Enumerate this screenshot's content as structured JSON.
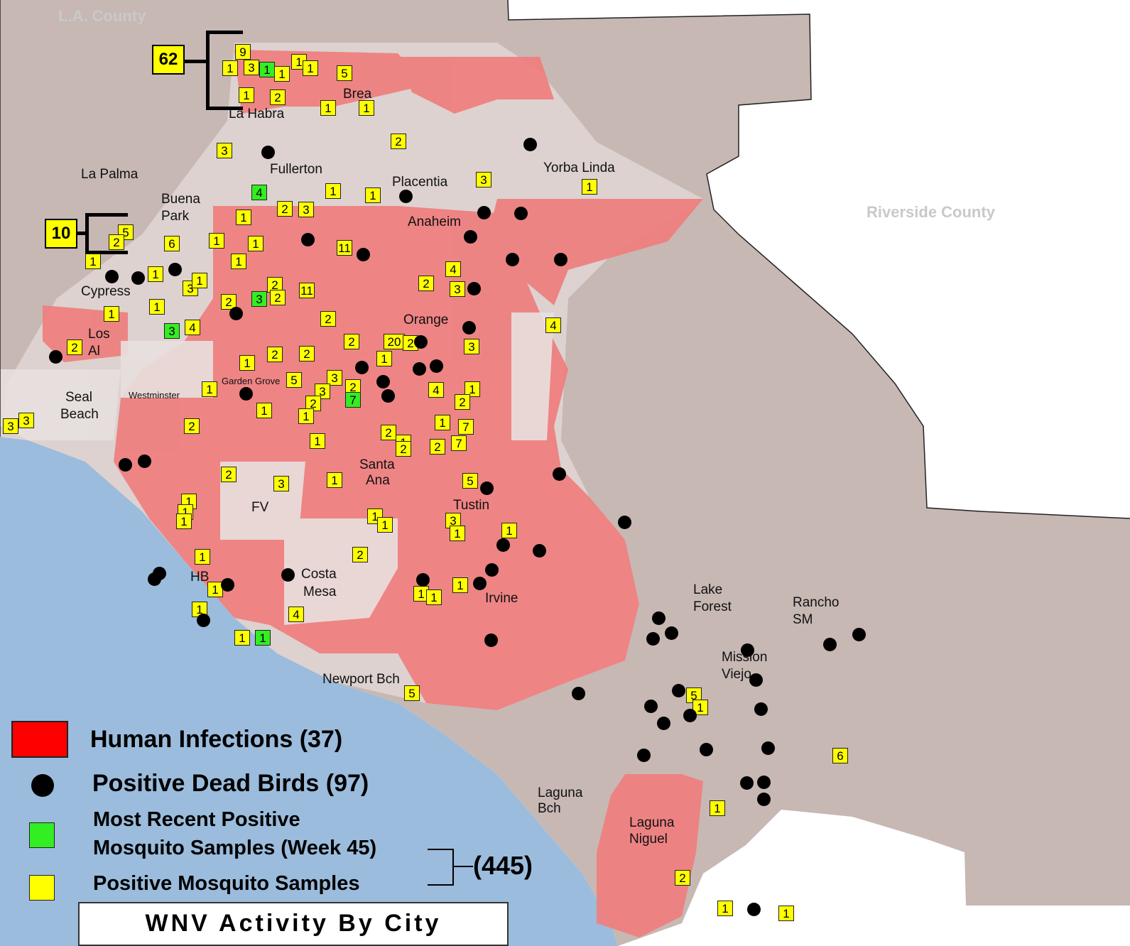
{
  "regions": {
    "la_county": "L.A. County",
    "riverside_county": "Riverside County"
  },
  "cities": [
    {
      "id": "la-habra",
      "label": "La Habra"
    },
    {
      "id": "brea",
      "label": "Brea"
    },
    {
      "id": "fullerton",
      "label": "Fullerton"
    },
    {
      "id": "yorba-linda",
      "label": "Yorba Linda"
    },
    {
      "id": "la-palma",
      "label": "La Palma"
    },
    {
      "id": "placentia",
      "label": "Placentia"
    },
    {
      "id": "buena",
      "label": "Buena"
    },
    {
      "id": "park",
      "label": "Park"
    },
    {
      "id": "anaheim",
      "label": "Anaheim"
    },
    {
      "id": "cypress",
      "label": "Cypress"
    },
    {
      "id": "orange",
      "label": "Orange"
    },
    {
      "id": "los",
      "label": "Los"
    },
    {
      "id": "al",
      "label": "Al"
    },
    {
      "id": "seal",
      "label": "Seal"
    },
    {
      "id": "beach",
      "label": "Beach"
    },
    {
      "id": "westminster",
      "label": "Westminster"
    },
    {
      "id": "garden-grove",
      "label": "Garden Grove"
    },
    {
      "id": "santa",
      "label": "Santa"
    },
    {
      "id": "ana",
      "label": "Ana"
    },
    {
      "id": "tustin",
      "label": "Tustin"
    },
    {
      "id": "fv",
      "label": "FV"
    },
    {
      "id": "hb",
      "label": "HB"
    },
    {
      "id": "costa",
      "label": "Costa"
    },
    {
      "id": "mesa",
      "label": "Mesa"
    },
    {
      "id": "irvine",
      "label": "Irvine"
    },
    {
      "id": "lake",
      "label": "Lake"
    },
    {
      "id": "forest",
      "label": "Forest"
    },
    {
      "id": "rancho",
      "label": "Rancho"
    },
    {
      "id": "sm",
      "label": "SM"
    },
    {
      "id": "mission",
      "label": "Mission"
    },
    {
      "id": "viejo",
      "label": "Viejo"
    },
    {
      "id": "newport-bch",
      "label": "Newport Bch"
    },
    {
      "id": "laguna-bch-1",
      "label": "Laguna"
    },
    {
      "id": "laguna-bch-2",
      "label": "Bch"
    },
    {
      "id": "laguna-niguel-1",
      "label": "Laguna"
    },
    {
      "id": "laguna-niguel-2",
      "label": "Niguel"
    }
  ],
  "clusters": {
    "north": "62",
    "west": "10"
  },
  "samples": [
    "9",
    "1",
    "3",
    "1",
    "1",
    "1",
    "1",
    "5",
    "1",
    "2",
    "1",
    "1",
    "3",
    "2",
    "4",
    "1",
    "1",
    "3",
    "2",
    "3",
    "5",
    "2",
    "6",
    "1",
    "1",
    "1",
    "11",
    "1",
    "1",
    "3",
    "1",
    "1",
    "2",
    "3",
    "2",
    "11",
    "2",
    "2",
    "3",
    "4",
    "1",
    "1",
    "2",
    "2",
    "2",
    "1",
    "1",
    "2",
    "20",
    "2",
    "1",
    "5",
    "3",
    "3",
    "2",
    "7",
    "2",
    "1",
    "1",
    "2",
    "3",
    "3",
    "1",
    "4",
    "1",
    "2",
    "2",
    "1",
    "1",
    "2",
    "7",
    "2",
    "7",
    "1",
    "2",
    "1",
    "1",
    "3",
    "1",
    "5",
    "1",
    "1",
    "3",
    "1",
    "1",
    "2",
    "1",
    "1",
    "1",
    "1",
    "1",
    "1",
    "4",
    "1",
    "1",
    "5",
    "5",
    "1",
    "6",
    "1",
    "2",
    "1",
    "1",
    "4",
    "3",
    "4",
    "2",
    "1",
    "3"
  ],
  "legend": {
    "human": "Human Infections (37)",
    "birds": "Positive Dead Birds (97)",
    "recent_line1": "Most Recent Positive",
    "recent_line2": "Mosquito Samples (Week 45)",
    "positive": "Positive Mosquito Samples",
    "total": "(445)"
  },
  "title": "WNV Activity By City",
  "colors": {
    "human": "#ff0000",
    "human_area": "#ee8080",
    "bird": "#000000",
    "recent": "#33ee22",
    "positive": "#ffff00",
    "ocean": "#9bbcdc",
    "land": "#d9cfcc",
    "terrain": "#bdaaa6"
  }
}
